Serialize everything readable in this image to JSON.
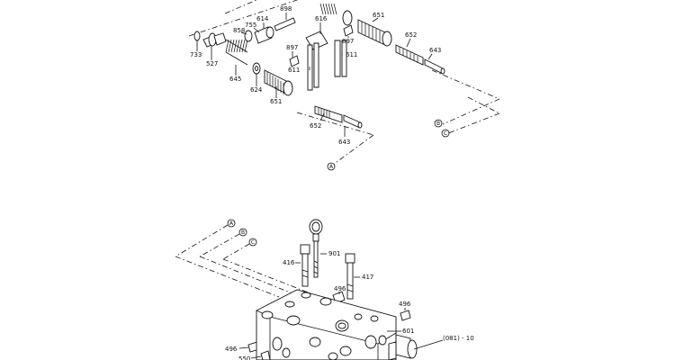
{
  "callouts": {
    "p898": "898",
    "p614": "614",
    "p755": "755",
    "p858": "858",
    "p733": "733",
    "p527": "527",
    "p645": "645",
    "p624": "624",
    "p651a": "651",
    "p616": "616",
    "p897a": "897",
    "p897b": "897",
    "p611a": "611",
    "p611b": "611",
    "p651b": "651",
    "p652a": "652",
    "p643a": "643",
    "p652b": "652",
    "p643b": "643",
    "p901": "901",
    "p416": "416",
    "p417": "417",
    "p496a": "496",
    "p496b": "496",
    "p496c": "496",
    "p601": "601",
    "p550": "550",
    "p081": "(081) - 10"
  },
  "refs": {
    "A": "A",
    "B": "B",
    "C": "C"
  }
}
